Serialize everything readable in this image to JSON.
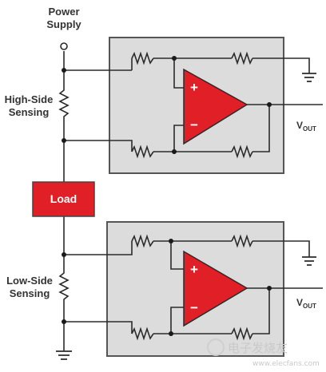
{
  "labels": {
    "power_supply_line1": "Power",
    "power_supply_line2": "Supply",
    "high_side_line1": "High-Side",
    "high_side_line2": "Sensing",
    "low_side_line1": "Low-Side",
    "low_side_line2": "Sensing",
    "load": "Load",
    "vout_top_main": "V",
    "vout_top_sub": "OUT",
    "vout_bottom_main": "V",
    "vout_bottom_sub": "OUT",
    "opamp_top_plus": "+",
    "opamp_top_minus": "−",
    "opamp_bottom_plus": "+",
    "opamp_bottom_minus": "−"
  },
  "watermark": {
    "text": "电子发烧友",
    "url": "www.elecfans.com"
  },
  "colors": {
    "red": "#e11f26",
    "box_fill": "#dcdcdc",
    "wire": "#2b2b2b"
  }
}
